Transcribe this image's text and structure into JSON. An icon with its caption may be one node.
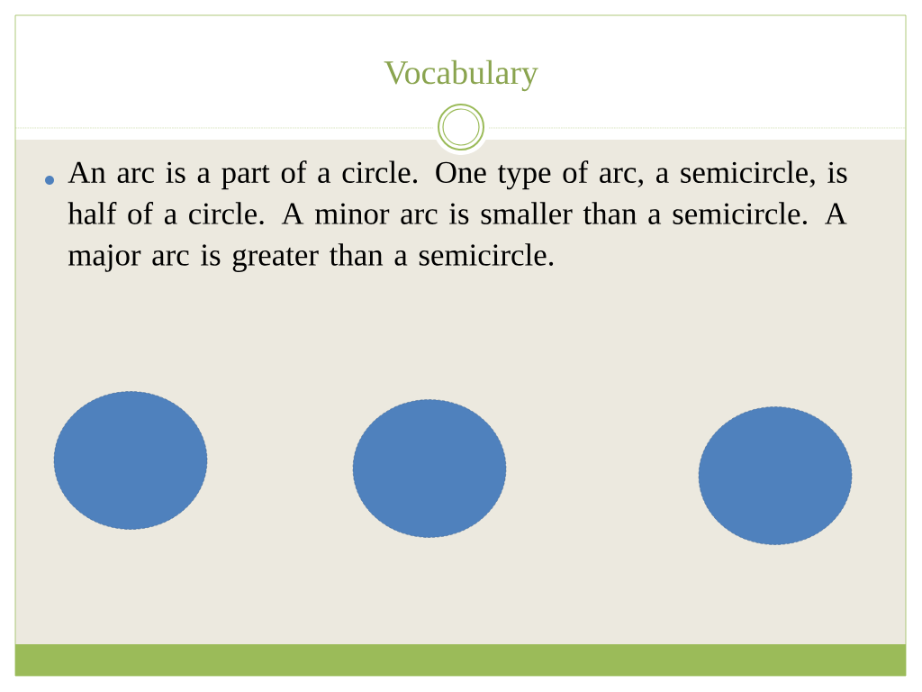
{
  "diagram": {
    "title": "Vocabulary",
    "nodes": [
      {
        "text": [],
        "shape": "circle"
      },
      {
        "text": [],
        "shape": "circle"
      },
      {
        "text": [],
        "shape": "circle"
      }
    ],
    "labels": [
      "An arc is a part of a circle. One type of arc, a semicircle, is half of a circle. A minor arc is smaller than a semicircle. A major arc is greater than a semicircle."
    ]
  }
}
